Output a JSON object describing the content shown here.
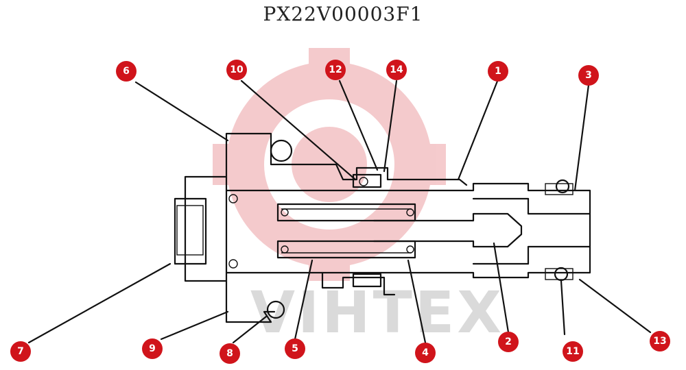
{
  "title": "PX22V00003F1",
  "watermark": {
    "text": "VIHTEX",
    "color": "#d0141b"
  },
  "callouts": [
    "1",
    "2",
    "3",
    "4",
    "5",
    "6",
    "7",
    "8",
    "9",
    "10",
    "11",
    "12",
    "13",
    "14"
  ],
  "badge_color": "#d0141b"
}
